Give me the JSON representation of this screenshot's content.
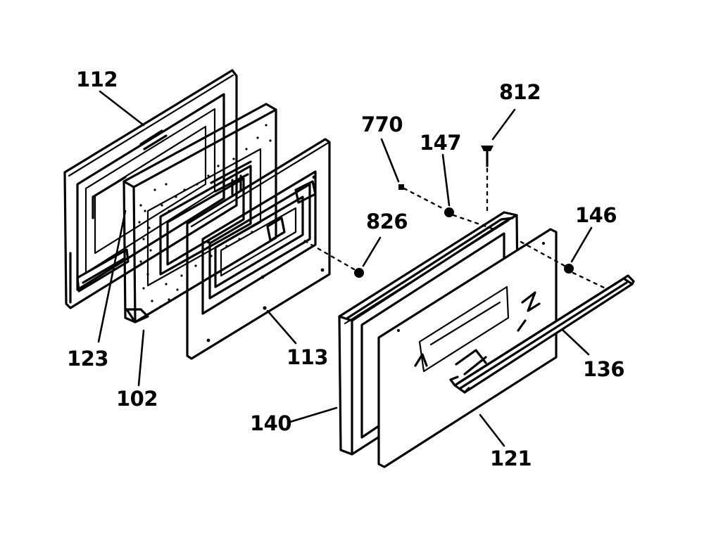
{
  "callouts": {
    "p112": "112",
    "p123": "123",
    "p102": "102",
    "p113": "113",
    "p826": "826",
    "p770": "770",
    "p147": "147",
    "p812": "812",
    "p146": "146",
    "p136": "136",
    "p140": "140",
    "p121": "121"
  }
}
